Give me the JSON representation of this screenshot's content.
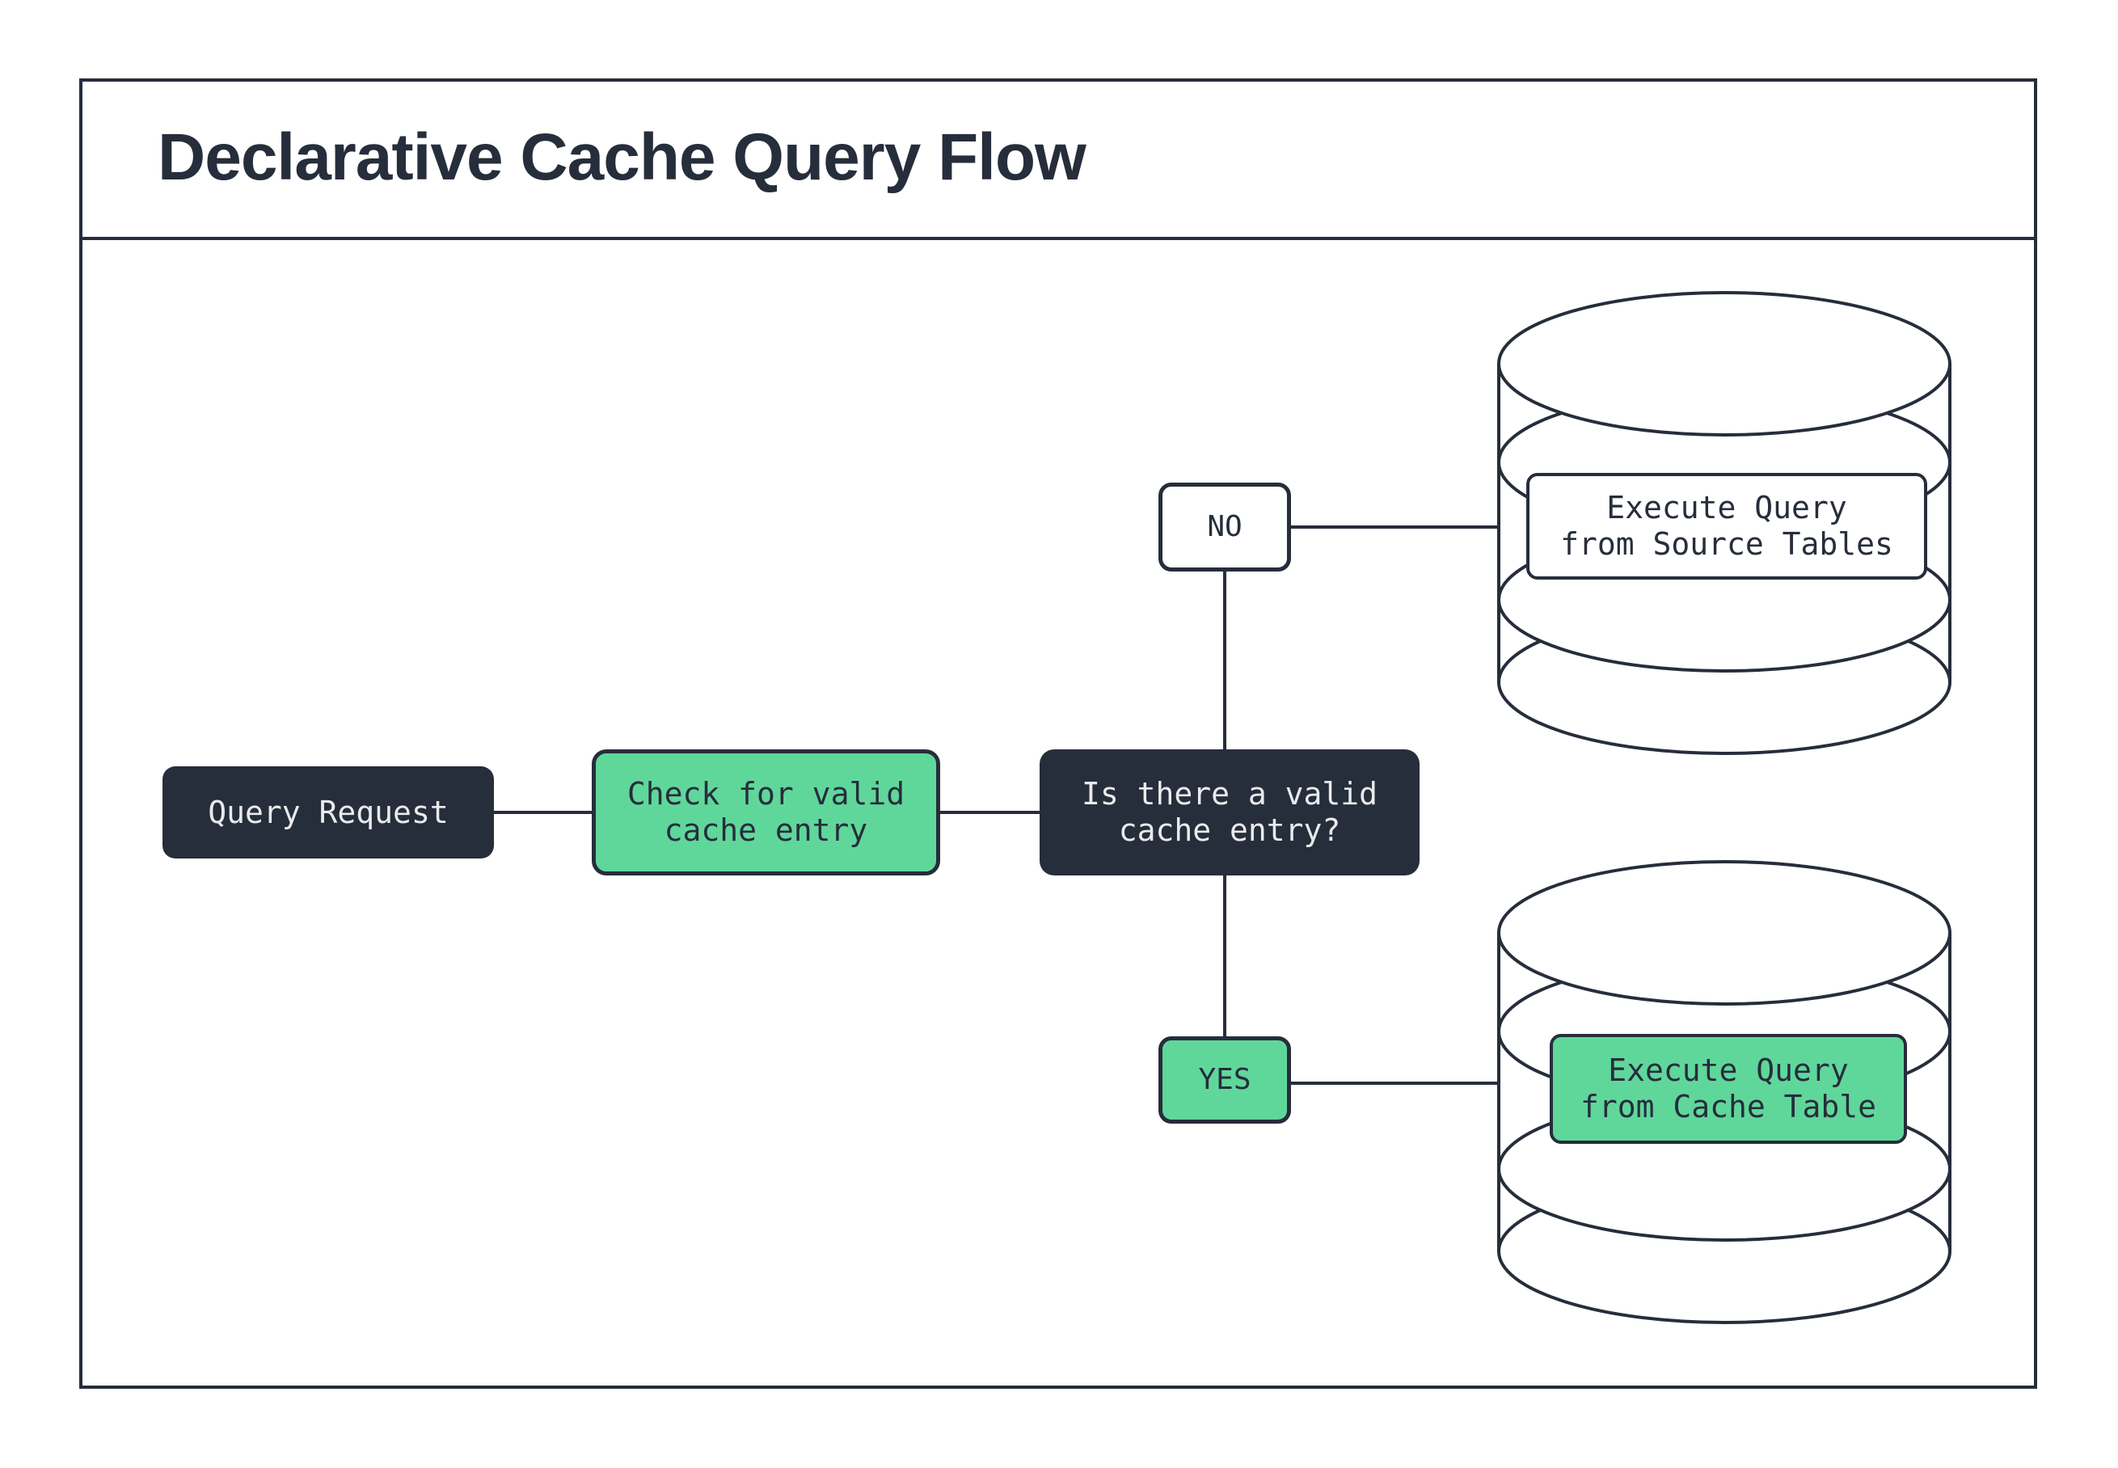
{
  "title": "Declarative Cache Query Flow",
  "colors": {
    "dark": "#262d3b",
    "green": "#5fd79b",
    "light": "#e9eaec",
    "white": "#ffffff"
  },
  "nodes": {
    "query_request": {
      "label": "Query Request"
    },
    "check_cache": {
      "lines": [
        "Check for valid",
        "cache entry"
      ]
    },
    "decision": {
      "lines": [
        "Is there a valid",
        "cache entry?"
      ]
    },
    "no": {
      "label": "NO"
    },
    "yes": {
      "label": "YES"
    },
    "source_db": {
      "lines": [
        "Execute Query",
        "from Source Tables"
      ]
    },
    "cache_db": {
      "lines": [
        "Execute Query",
        "from Cache Table"
      ]
    }
  }
}
